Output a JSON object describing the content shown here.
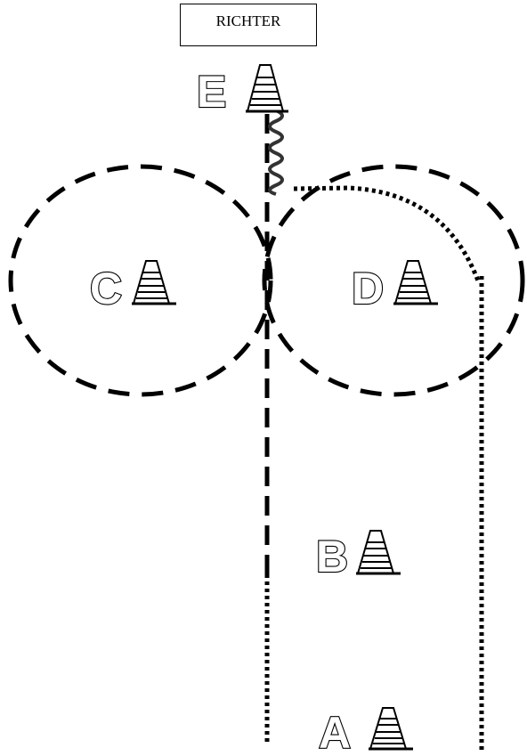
{
  "title": "RICHTER",
  "cones": [
    {
      "id": "E",
      "label": "E"
    },
    {
      "id": "C",
      "label": "C"
    },
    {
      "id": "D",
      "label": "D"
    },
    {
      "id": "B",
      "label": "B"
    },
    {
      "id": "A",
      "label": "A"
    }
  ],
  "colors": {
    "line": "#000000",
    "wavy": "#333333",
    "background": "#ffffff"
  }
}
